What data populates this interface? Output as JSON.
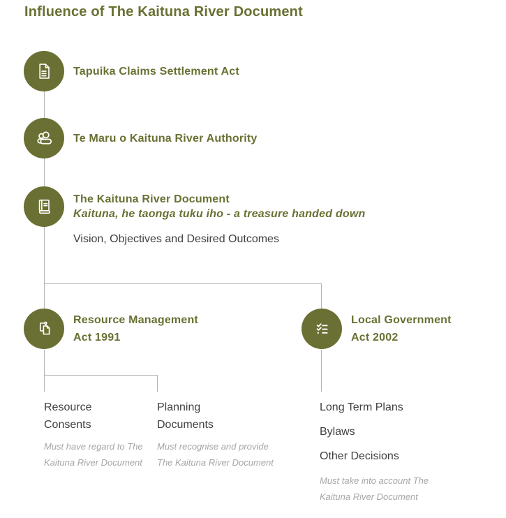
{
  "title": "Influence of The Kaituna River Document",
  "colors": {
    "accent": "#6A7033",
    "connector_line": "#B3B3B3",
    "dark_text": "#3F4043",
    "muted_text": "#A6A6A6",
    "background": "#FFFFFF",
    "icon_stroke": "#FFFFFF"
  },
  "chain": [
    {
      "icon": "document-icon",
      "label": "Tapuika Claims Settlement Act"
    },
    {
      "icon": "people-icon",
      "label": "Te Maru o Kaituna River Authority"
    },
    {
      "icon": "book-icon",
      "label": "The Kaituna River Document",
      "subtitle": "Kaituna, he taonga tuku iho - a treasure handed down",
      "note": "Vision, Objectives and Desired Outcomes"
    }
  ],
  "branches": {
    "left": {
      "icon": "copy-icon",
      "label": "Resource Management Act 1991",
      "children": [
        {
          "label": "Resource Consents",
          "note": "Must have regard to The Kaituna River Document"
        },
        {
          "label": "Planning Documents",
          "note": "Must recognise and provide The Kaituna River Document"
        }
      ]
    },
    "right": {
      "icon": "checklist-icon",
      "label": "Local Government Act 2002",
      "children": [
        {
          "label": "Long Term Plans"
        },
        {
          "label": "Bylaws"
        },
        {
          "label": "Other Decisions",
          "note": "Must take into account The Kaituna River Document"
        }
      ]
    }
  }
}
